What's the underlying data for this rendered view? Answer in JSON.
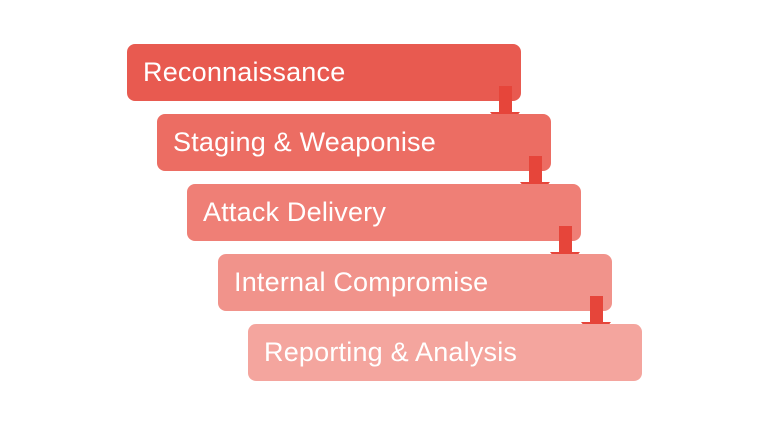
{
  "diagram": {
    "type": "stepped-process-flow",
    "steps": [
      {
        "label": "Reconnaissance",
        "color": "#e85a50"
      },
      {
        "label": "Staging & Weaponise",
        "color": "#ec6d63"
      },
      {
        "label": "Attack Delivery",
        "color": "#ef7f76"
      },
      {
        "label": "Internal Compromise",
        "color": "#f1938b"
      },
      {
        "label": "Reporting & Analysis",
        "color": "#f4a59e"
      }
    ],
    "arrow_color": "#e6453a",
    "background_color": "#ffffff",
    "text_color": "#ffffff"
  }
}
